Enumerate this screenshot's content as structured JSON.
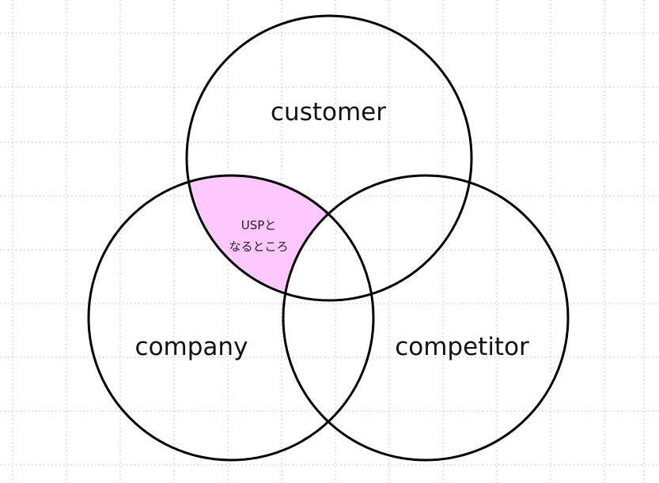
{
  "diagram": {
    "type": "venn",
    "circles": [
      {
        "id": "customer",
        "label": "customer"
      },
      {
        "id": "company",
        "label": "company"
      },
      {
        "id": "competitor",
        "label": "competitor"
      }
    ],
    "highlight": {
      "region": "customer ∩ company − competitor",
      "fill": "#ffc8ff",
      "label_lines": [
        "USPと",
        "なるところ"
      ]
    },
    "colors": {
      "outline": "#000000",
      "grid": "#b8b8b8",
      "background": "#ffffff"
    }
  }
}
